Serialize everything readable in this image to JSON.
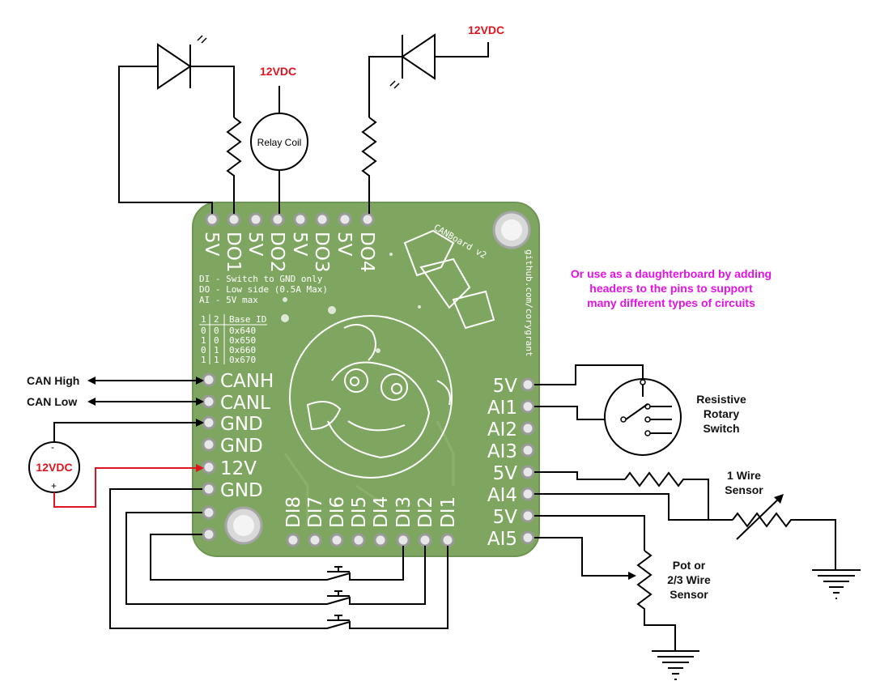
{
  "top": {
    "power_left": "12VDC",
    "power_right": "12VDC",
    "relay_label": "Relay Coil"
  },
  "board": {
    "top_pins": [
      "5V",
      "DO1",
      "5V",
      "DO2",
      "5V",
      "DO3",
      "5V",
      "DO4"
    ],
    "left_pins": [
      "CANH",
      "CANL",
      "GND",
      "GND",
      "12V",
      "GND"
    ],
    "right_pins": [
      "5V",
      "AI1",
      "AI2",
      "AI3",
      "5V",
      "AI4",
      "5V",
      "AI5"
    ],
    "bottom_pins": [
      "DI8",
      "DI7",
      "DI6",
      "DI5",
      "DI4",
      "DI3",
      "DI2",
      "DI1"
    ],
    "notes": [
      "DI  - Switch to GND only",
      "DO  - Low side (0.5A Max)",
      "AI  - 5V max"
    ],
    "table": {
      "header": [
        "1",
        "2",
        "Base ID"
      ],
      "rows": [
        [
          "0",
          "0",
          "0x640"
        ],
        [
          "1",
          "0",
          "0x650"
        ],
        [
          "0",
          "1",
          "0x660"
        ],
        [
          "1",
          "1",
          "0x670"
        ]
      ]
    },
    "title": "CANBoard v2",
    "url": "github.com/corygrant"
  },
  "left": {
    "can_high": "CAN High",
    "can_low": "CAN Low",
    "supply": "12VDC",
    "plus": "+",
    "minus": "-"
  },
  "right": {
    "note_lines": [
      "Or use as a daughterboard by adding",
      "headers to the pins to support",
      "many different types of circuits"
    ],
    "switch_label": [
      "Resistive",
      "Rotary",
      "Switch"
    ],
    "sensor1_label": [
      "1 Wire",
      "Sensor"
    ],
    "pot_label": [
      "Pot or",
      "2/3 Wire",
      "Sensor"
    ]
  },
  "colors": {
    "board": "#7fa661",
    "board_edge": "#6e9553",
    "silk": "#ffffff",
    "red_wire": "#e0141e",
    "note": "#e313e3"
  }
}
